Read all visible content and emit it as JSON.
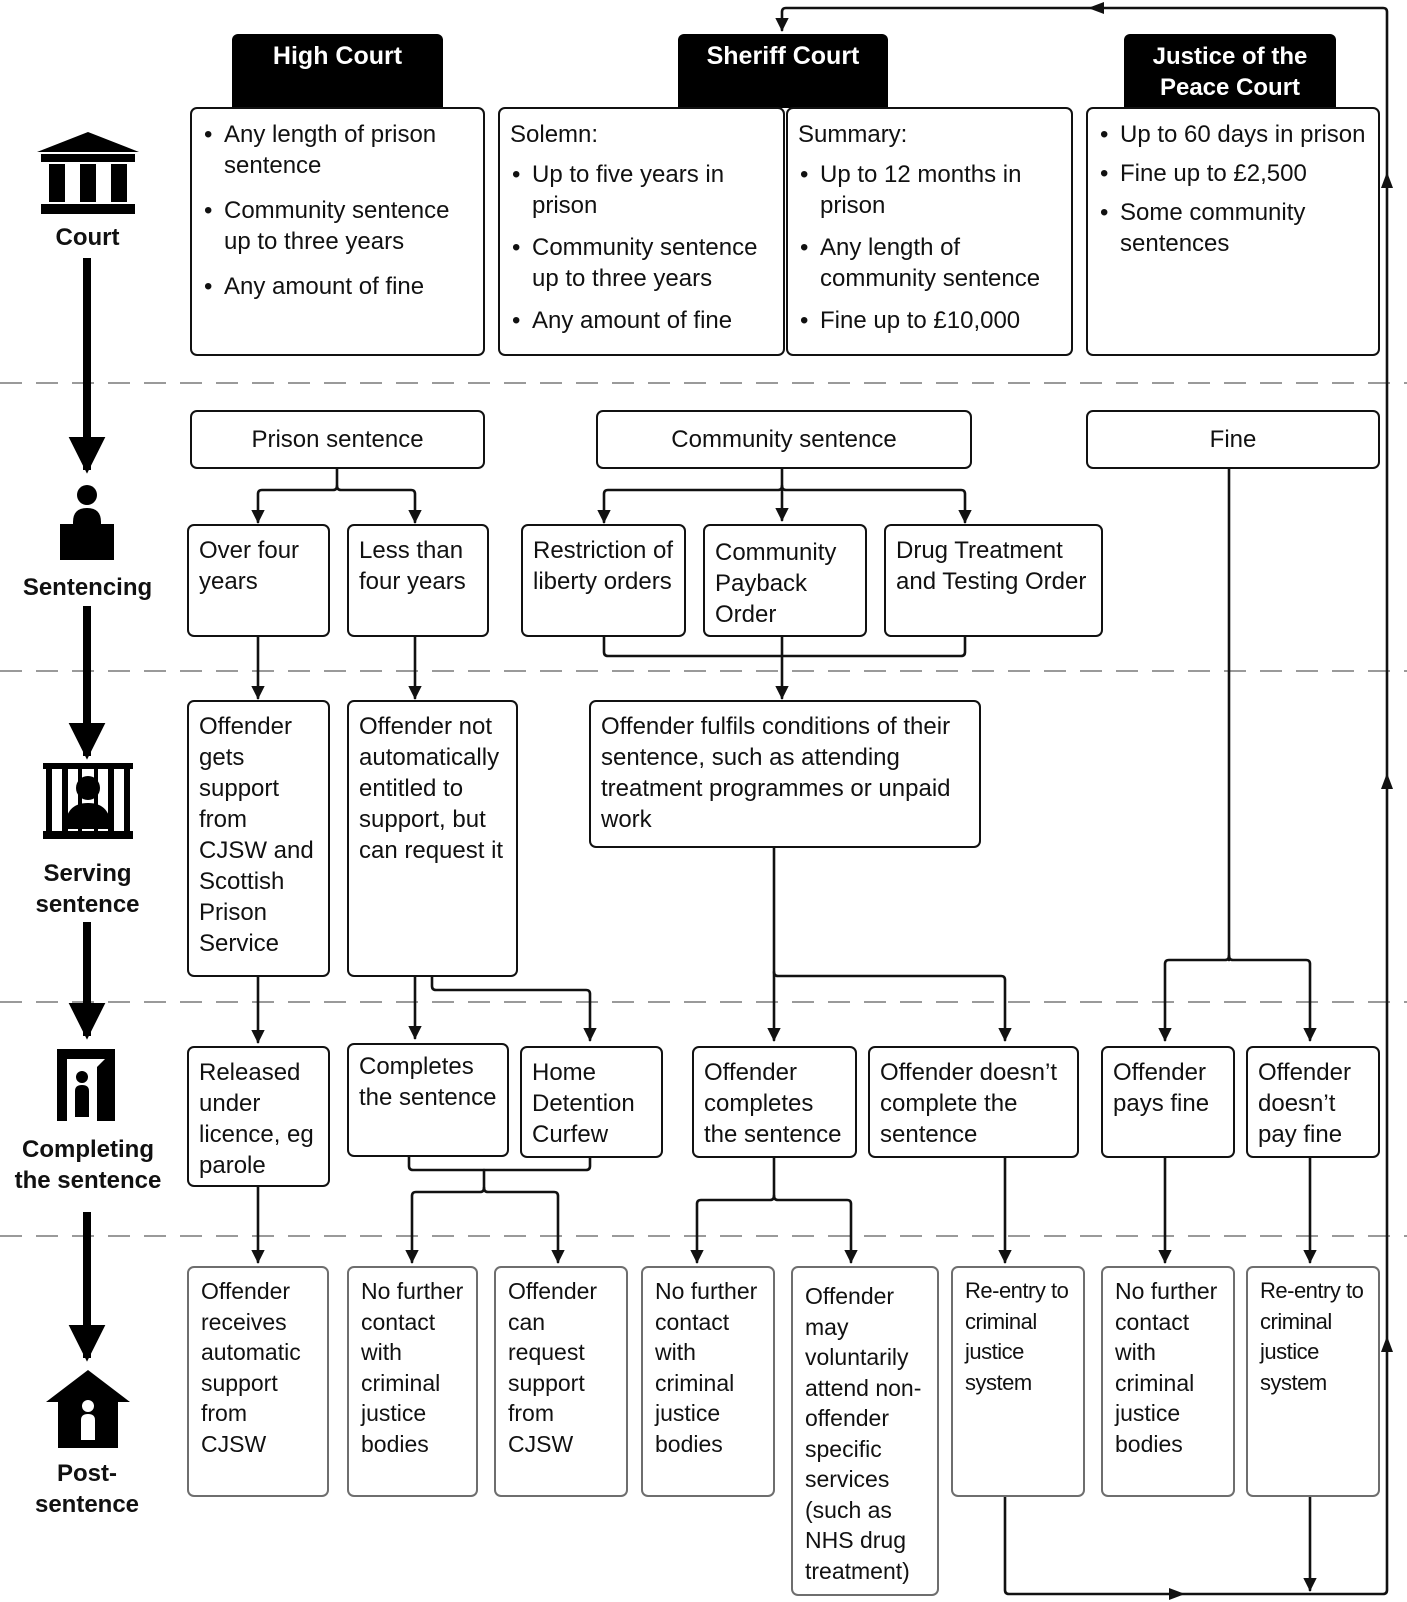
{
  "courts": {
    "high": {
      "title": "High Court",
      "bullets": [
        "Any length of prison sentence",
        "Community sentence up to three years",
        "Any amount of fine"
      ]
    },
    "sheriff": {
      "title": "Sheriff Court",
      "solemn": {
        "label": "Solemn:",
        "bullets": [
          "Up to five years in prison",
          "Community sentence up to three years",
          "Any amount of fine"
        ]
      },
      "summary": {
        "label": "Summary:",
        "bullets": [
          "Up to 12 months in prison",
          "Any length of community sentence",
          "Fine up to £10,000"
        ]
      }
    },
    "jp": {
      "title": "Justice of the Peace Court",
      "bullets": [
        "Up to 60 days in prison",
        "Fine up to £2,500",
        "Some community sentences"
      ]
    }
  },
  "stages": {
    "court": "Court",
    "sentencing": "Sentencing",
    "serving": "Serving sentence",
    "completing": "Completing the sentence",
    "post": "Post-sentence"
  },
  "sentencing": {
    "prison": "Prison sentence",
    "community": "Community sentence",
    "fine": "Fine",
    "over_four": "Over four years",
    "less_four": "Less than four years",
    "restriction": "Restriction of liberty orders",
    "payback": "Community Payback Order",
    "dtto": "Drug Treatment and Testing Order"
  },
  "serving": {
    "over_support": "Offender gets support from CJSW and Scottish Prison Service",
    "less_support": "Offender not automatically entitled to support, but can request it",
    "fulfils": "Offender fulfils conditions of their sentence, such as attending treatment programmes or unpaid work"
  },
  "completing": {
    "released": "Released under licence, eg parole",
    "completes": "Completes the sentence",
    "hdc": "Home Detention Curfew",
    "completes_comm": "Offender completes the sentence",
    "not_complete": "Offender doesn’t complete the sentence",
    "pays": "Offender pays fine",
    "not_pay": "Offender doesn’t pay fine"
  },
  "post": {
    "auto_support": "Offender receives automatic support from CJSW",
    "no_contact_1": "No further contact with criminal justice bodies",
    "can_request": "Offender can request support from CJSW",
    "no_contact_2": "No further contact with criminal justice bodies",
    "voluntary": "Offender may voluntarily attend non-offender specific services (such as NHS drug treatment)",
    "reentry_1": "Re-entry to criminal justice system",
    "no_contact_3": "No further contact with criminal justice bodies",
    "reentry_2": "Re-entry to criminal justice system"
  },
  "icons": [
    "court-building-icon",
    "sentencing-judge-icon",
    "prisoner-bars-icon",
    "exit-door-icon",
    "home-person-icon"
  ]
}
